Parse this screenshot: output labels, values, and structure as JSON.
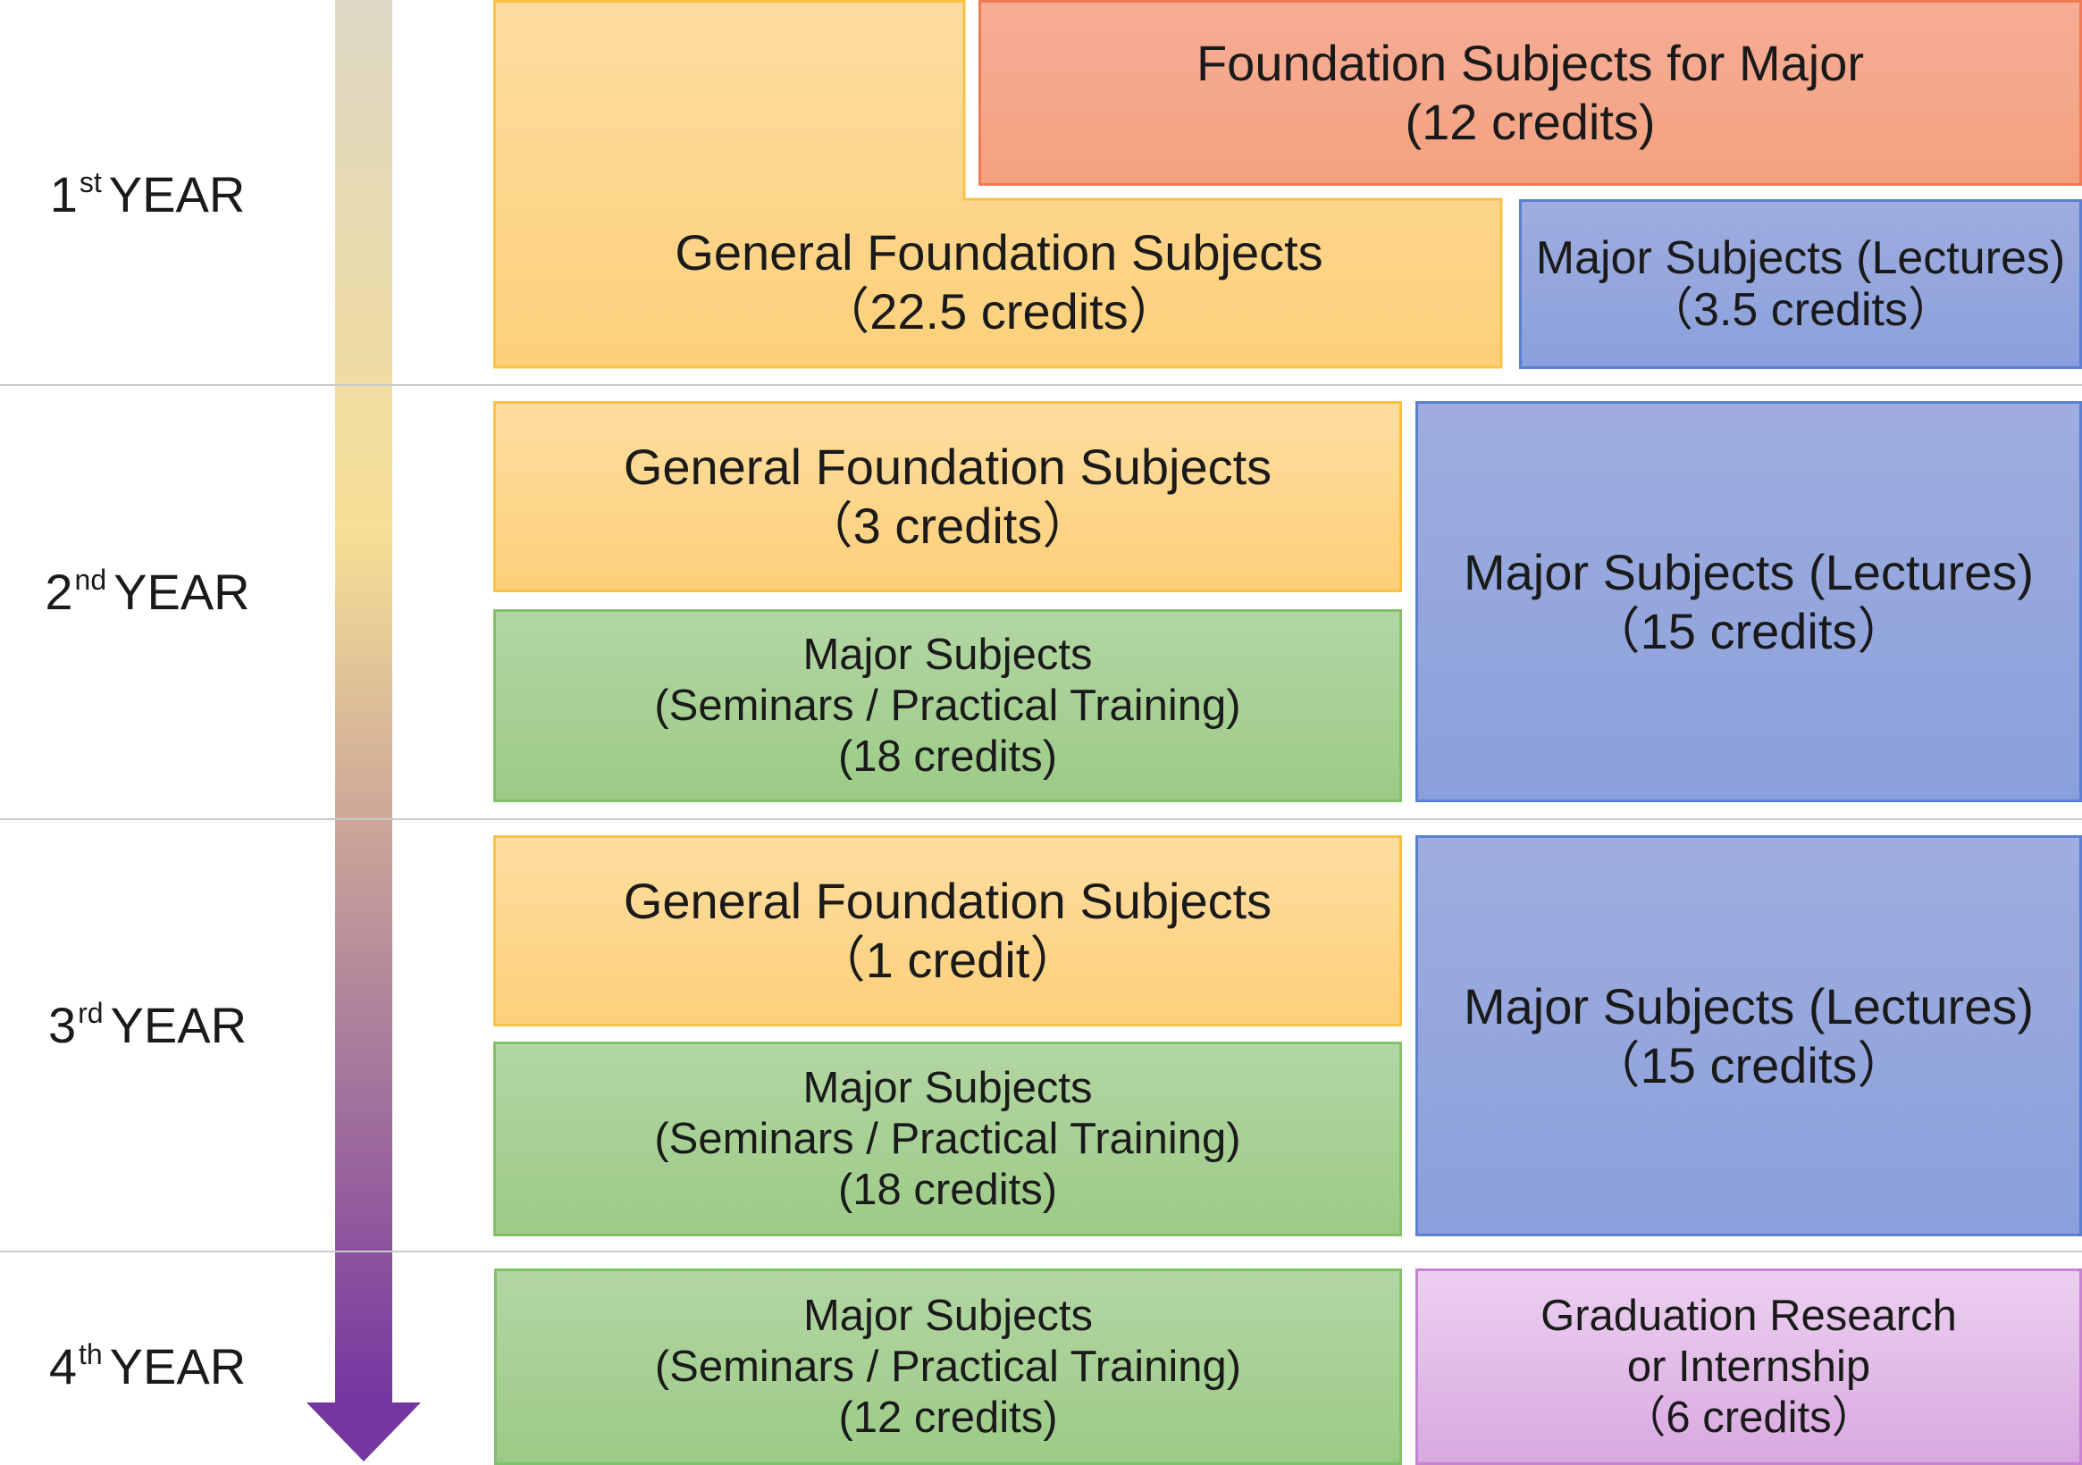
{
  "colors": {
    "general_foundation": "#fdd07a",
    "foundation_major": "#f3a27f",
    "major_lectures": "#8aa0dc",
    "major_seminars": "#9ccb86",
    "graduation_research": "#d8a9e0",
    "arrow_top": "#ddd7c4",
    "arrow_mid": "#f6df95",
    "arrow_bottom": "#7536a0"
  },
  "timeline_arrow": {
    "icon": "down-arrow-icon",
    "direction": "down"
  },
  "years": [
    {
      "number": "1",
      "suffix": "st",
      "label": "YEAR"
    },
    {
      "number": "2",
      "suffix": "nd",
      "label": "YEAR"
    },
    {
      "number": "3",
      "suffix": "rd",
      "label": "YEAR"
    },
    {
      "number": "4",
      "suffix": "th",
      "label": "YEAR"
    }
  ],
  "blocks": {
    "y1_general_foundation": {
      "lines": [
        "General Foundation Subjects",
        "（22.5 credits）"
      ]
    },
    "y1_foundation_major": {
      "lines": [
        "Foundation Subjects for Major",
        "(12 credits)"
      ]
    },
    "y1_major_lectures": {
      "lines": [
        "Major Subjects (Lectures)",
        "（3.5 credits）"
      ]
    },
    "y2_general_foundation": {
      "lines": [
        "General Foundation Subjects",
        "（3 credits）"
      ]
    },
    "y2_major_seminars": {
      "lines": [
        "Major Subjects",
        "(Seminars / Practical Training)",
        "(18 credits)"
      ]
    },
    "y2_major_lectures": {
      "lines": [
        "Major Subjects (Lectures)",
        "（15 credits）"
      ]
    },
    "y3_general_foundation": {
      "lines": [
        "General Foundation Subjects",
        "（1 credit）"
      ]
    },
    "y3_major_seminars": {
      "lines": [
        "Major Subjects",
        "(Seminars / Practical Training)",
        "(18 credits)"
      ]
    },
    "y3_major_lectures": {
      "lines": [
        "Major Subjects (Lectures)",
        "（15 credits）"
      ]
    },
    "y4_major_seminars": {
      "lines": [
        "Major Subjects",
        "(Seminars / Practical Training)",
        "(12 credits)"
      ]
    },
    "y4_graduation_research": {
      "lines": [
        "Graduation Research",
        "or Internship",
        "（6 credits）"
      ]
    }
  }
}
